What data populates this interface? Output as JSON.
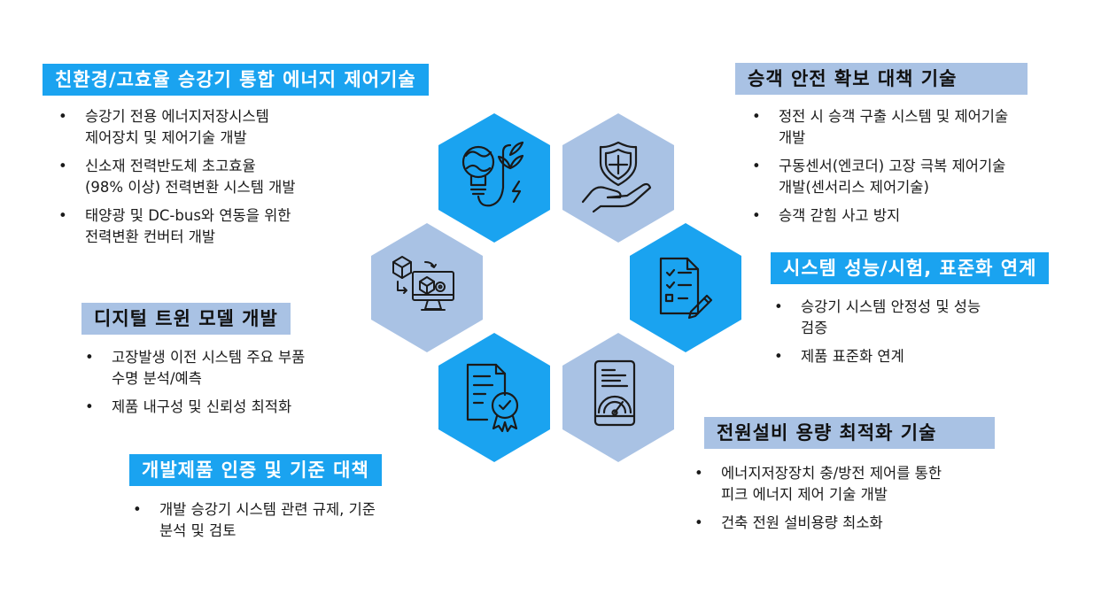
{
  "sections": {
    "eco": {
      "title": "친환경/고효율 승강기 통합 에너지 제어기술",
      "items": [
        "승강기 전용 에너지저장시스템\n제어장치 및 제어기술 개발",
        "신소재 전력반도체 초고효율\n(98% 이상) 전력변환 시스템 개발",
        "태양광 및 DC-bus와 연동을 위한\n전력변환 컨버터 개발"
      ]
    },
    "twin": {
      "title": "디지털 트윈 모델 개발",
      "items": [
        "고장발생 이전 시스템 주요 부품\n수명 분석/예측",
        "제품 내구성 및 신뢰성 최적화"
      ]
    },
    "cert": {
      "title": "개발제품 인증 및 기준 대책",
      "items": [
        "개발 승강기 시스템 관련 규제, 기준\n분석 및 검토"
      ]
    },
    "safety": {
      "title": "승객 안전 확보 대책 기술",
      "items": [
        "정전 시 승객 구출 시스템 및 제어기술\n개발",
        "구동센서(엔코더) 고장 극복 제어기술\n개발(센서리스 제어기술)",
        "승객 갇힘 사고 방지"
      ]
    },
    "std": {
      "title": "시스템 성능/시험, 표준화 연계",
      "items": [
        "승강기 시스템 안정성 및 성능\n검증",
        "제품 표준화 연계"
      ]
    },
    "power": {
      "title": "전원설비 용량 최적화 기술",
      "items": [
        "에너지저장장치 충/방전 제어를 통한\n피크 에너지 제어 기술 개발",
        "건축 전원 설비용량 최소화"
      ]
    }
  },
  "colors": {
    "bright": "#1aa3f0",
    "light": "#a9c2e4",
    "icon": "#1a1a1a"
  },
  "hexagon_icons": [
    "eco-bulb-plant-icon",
    "hand-shield-icon",
    "computer-cubes-icon",
    "checklist-pencil-icon",
    "certificate-award-icon",
    "gauge-meter-icon"
  ]
}
